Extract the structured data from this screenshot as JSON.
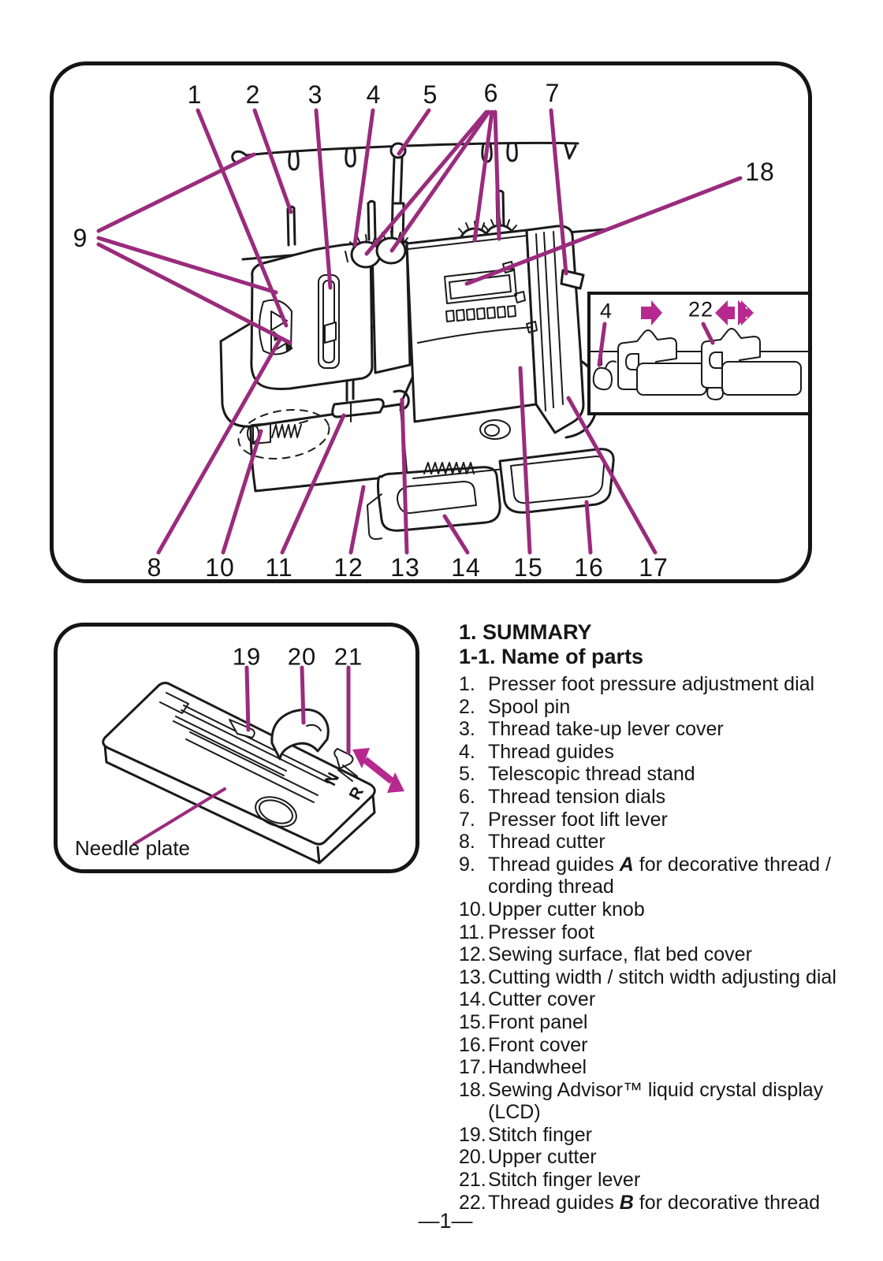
{
  "main_diagram": {
    "callouts_top": [
      "1",
      "2",
      "3",
      "4",
      "5",
      "6",
      "7"
    ],
    "callout_9": "9",
    "callout_18": "18",
    "callouts_bottom": [
      "8",
      "10",
      "11",
      "12",
      "13",
      "14",
      "15",
      "16",
      "17"
    ],
    "inset": {
      "label_4": "4",
      "label_22": "22"
    }
  },
  "plate_diagram": {
    "callouts": [
      "19",
      "20",
      "21"
    ],
    "label": "Needle plate",
    "marks": {
      "n": "N",
      "r": "R"
    }
  },
  "summary": {
    "title": "1. SUMMARY",
    "subtitle": "1-1. Name of parts",
    "items": [
      {
        "num": "1.",
        "text": "Presser foot pressure adjustment dial"
      },
      {
        "num": "2.",
        "text": "Spool pin"
      },
      {
        "num": "3.",
        "text": "Thread take-up lever cover"
      },
      {
        "num": "4.",
        "text": "Thread guides"
      },
      {
        "num": "5.",
        "text": "Telescopic thread stand"
      },
      {
        "num": "6.",
        "text": "Thread tension dials"
      },
      {
        "num": "7.",
        "text": "Presser foot lift lever"
      },
      {
        "num": "8.",
        "text": "Thread cutter"
      },
      {
        "num": "9.",
        "before": "Thread guides ",
        "emph": "A",
        "after": " for decorative thread /",
        "line2": "cording thread"
      },
      {
        "num": "10.",
        "text": "Upper cutter knob"
      },
      {
        "num": "11.",
        "text": "Presser foot"
      },
      {
        "num": "12.",
        "text": "Sewing surface, flat bed cover"
      },
      {
        "num": "13.",
        "text": "Cutting width / stitch width adjusting dial"
      },
      {
        "num": "14.",
        "text": "Cutter cover"
      },
      {
        "num": "15.",
        "text": "Front panel"
      },
      {
        "num": "16.",
        "text": "Front cover"
      },
      {
        "num": "17.",
        "text": "Handwheel"
      },
      {
        "num": "18.",
        "line1": "Sewing Advisor™ liquid crystal display",
        "line2": "(LCD)"
      },
      {
        "num": "19.",
        "text": "Stitch finger"
      },
      {
        "num": "20.",
        "text": "Upper cutter"
      },
      {
        "num": "21.",
        "text": "Stitch finger lever"
      },
      {
        "num": "22.",
        "before": "Thread guides ",
        "emph": "B",
        "after": " for decorative thread"
      }
    ]
  },
  "page": {
    "number_label": "—1—"
  },
  "colors": {
    "ink": "#1a1a1a",
    "leader": "#9a2b7d",
    "arrow": "#b6298e",
    "background": "#ffffff"
  }
}
